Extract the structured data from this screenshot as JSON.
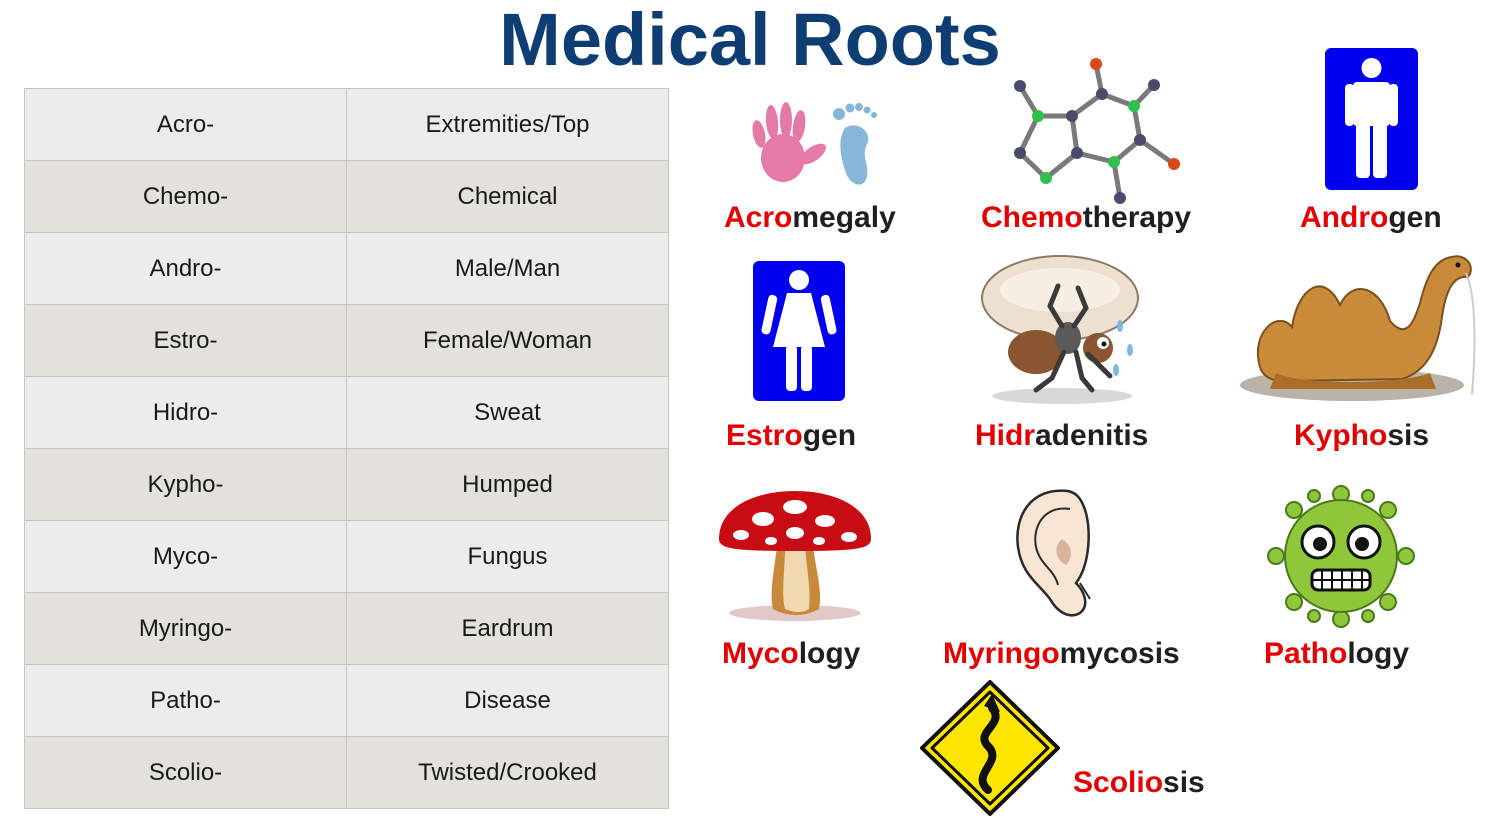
{
  "title": "Medical Roots",
  "table": {
    "rows": [
      {
        "root": "Acro-",
        "meaning": "Extremities/Top"
      },
      {
        "root": "Chemo-",
        "meaning": "Chemical"
      },
      {
        "root": "Andro-",
        "meaning": "Male/Man"
      },
      {
        "root": "Estro-",
        "meaning": "Female/Woman"
      },
      {
        "root": "Hidro-",
        "meaning": "Sweat"
      },
      {
        "root": "Kypho-",
        "meaning": "Humped"
      },
      {
        "root": "Myco-",
        "meaning": "Fungus"
      },
      {
        "root": "Myringo-",
        "meaning": "Eardrum"
      },
      {
        "root": "Patho-",
        "meaning": "Disease"
      },
      {
        "root": "Scolio-",
        "meaning": "Twisted/Crooked"
      }
    ]
  },
  "examples": [
    {
      "root": "Acro",
      "rest": "megaly",
      "icon": "hand-foot-prints-icon"
    },
    {
      "root": "Chemo",
      "rest": "therapy",
      "icon": "molecule-icon"
    },
    {
      "root": "Andro",
      "rest": "gen",
      "icon": "male-sign-icon"
    },
    {
      "root": "Estro",
      "rest": "gen",
      "icon": "female-sign-icon"
    },
    {
      "root": "Hidr",
      "rest": "adenitis",
      "icon": "sweating-ant-icon"
    },
    {
      "root": "Kypho",
      "rest": "sis",
      "icon": "camel-icon"
    },
    {
      "root": "Myco",
      "rest": "logy",
      "icon": "mushroom-icon"
    },
    {
      "root": "Myringo",
      "rest": "mycosis",
      "icon": "ear-icon"
    },
    {
      "root": "Patho",
      "rest": "logy",
      "icon": "virus-icon"
    },
    {
      "root": "Scolio",
      "rest": "sis",
      "icon": "winding-road-sign-icon"
    }
  ],
  "colors": {
    "title": "#0d3d73",
    "root_highlight": "#e50000",
    "sign_blue": "#0000ee",
    "sign_yellow": "#ffe600"
  }
}
